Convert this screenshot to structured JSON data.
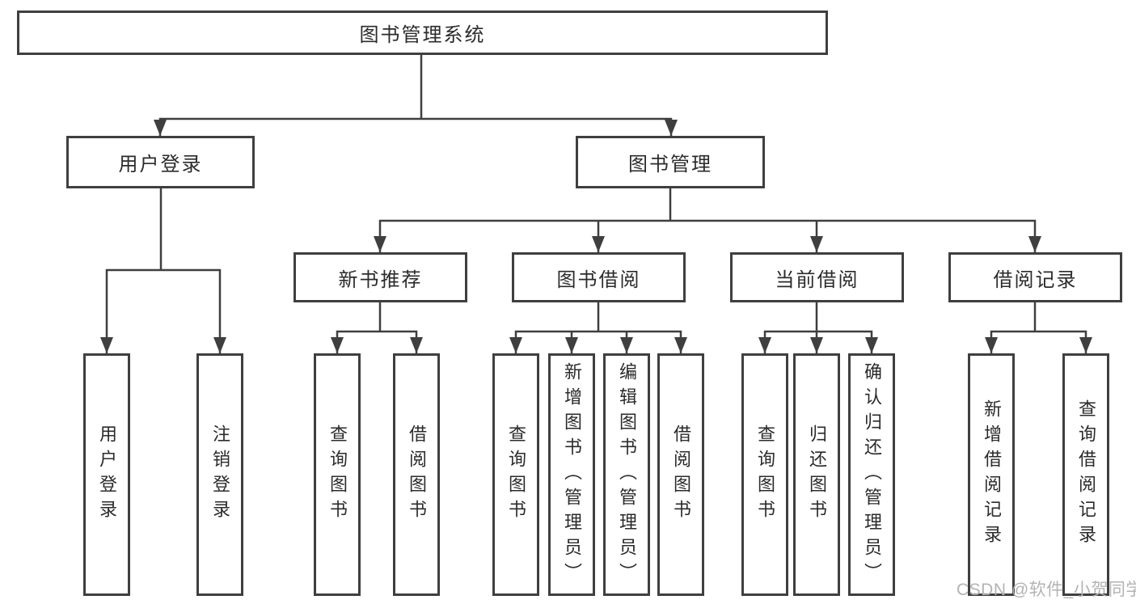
{
  "diagram": {
    "root": "图书管理系统",
    "level2": [
      "用户登录",
      "图书管理"
    ],
    "level3": [
      "新书推荐",
      "图书借阅",
      "当前借阅",
      "借阅记录"
    ],
    "leaves": [
      "用户登录",
      "注销登录",
      "查询图书",
      "借阅图书",
      "查询图书",
      "新增图书（管理员）",
      "编辑图书（管理员）",
      "借阅图书",
      "查询图书",
      "归还图书",
      "确认归还（管理员）",
      "新增借阅记录",
      "查询借阅记录"
    ],
    "colors": {
      "line": "#3f3f3f",
      "text": "#2b2b2b",
      "background": "#ffffff",
      "watermark": "#b3b3b3"
    }
  },
  "watermark": "CSDN @软件_小贺同学"
}
